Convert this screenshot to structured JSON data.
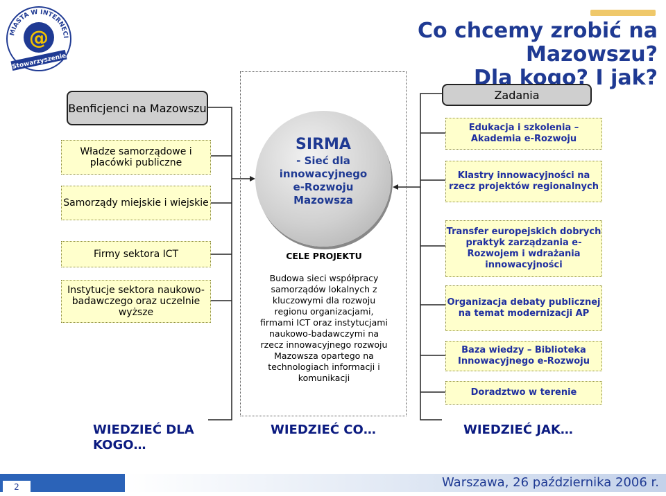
{
  "logo": {
    "arc_text": "MIASTA W INTERNECIE",
    "ribbon_text": "Stowarzyszenie",
    "emblem": "@"
  },
  "title": {
    "line1": "Co chcemy zrobić na Mazowszu?",
    "line2": "Dla kogo? I jak?"
  },
  "beneficiaries": {
    "header": "Benficjenci na Mazowszu",
    "items": [
      "Władze samorządowe i placówki publiczne",
      "Samorządy miejskie i wiejskie",
      "Firmy sektora ICT",
      "Instytucje sektora naukowo-badawczego oraz uczelnie wyższe"
    ]
  },
  "center": {
    "sirma_title": "SIRMA",
    "sirma_subtitle": "- Sieć dla innowacyjnego e-Rozwoju Mazowsza",
    "goals_heading": "CELE PROJEKTU",
    "goals_text": "Budowa sieci współpracy samorządów lokalnych z kluczowymi dla rozwoju regionu organizacjami, firmami ICT oraz instytucjami naukowo-badawczymi na rzecz innowacyjnego rozwoju Mazowsza opartego na technologiach informacji i komunikacji"
  },
  "tasks": {
    "header": "Zadania",
    "items": [
      "Edukacja i szkolenia – Akademia e-Rozwoju",
      "Klastry innowacyjności na rzecz projektów regionalnych",
      "Transfer europejskich dobrych praktyk zarządzania e-Rozwojem i wdrażania innowacyjności",
      "Organizacja debaty publicznej na temat modernizacji AP",
      "Baza wiedzy – Biblioteka Innowacyjnego e-Rozwoju",
      "Doradztwo w terenie"
    ]
  },
  "footer_labels": {
    "who": "WIEDZIEĆ DLA KOGO…",
    "what": "WIEDZIEĆ CO…",
    "how": "WIEDZIEĆ JAK…"
  },
  "footer": {
    "page_number": "2",
    "place_date": "Warszawa, 26 października 2006 r."
  },
  "colors": {
    "title_blue": "#1f3a93",
    "box_fill": "#ffffcc",
    "header_gray": "#cfcfcf",
    "footer_blue": "#2b63b8"
  }
}
